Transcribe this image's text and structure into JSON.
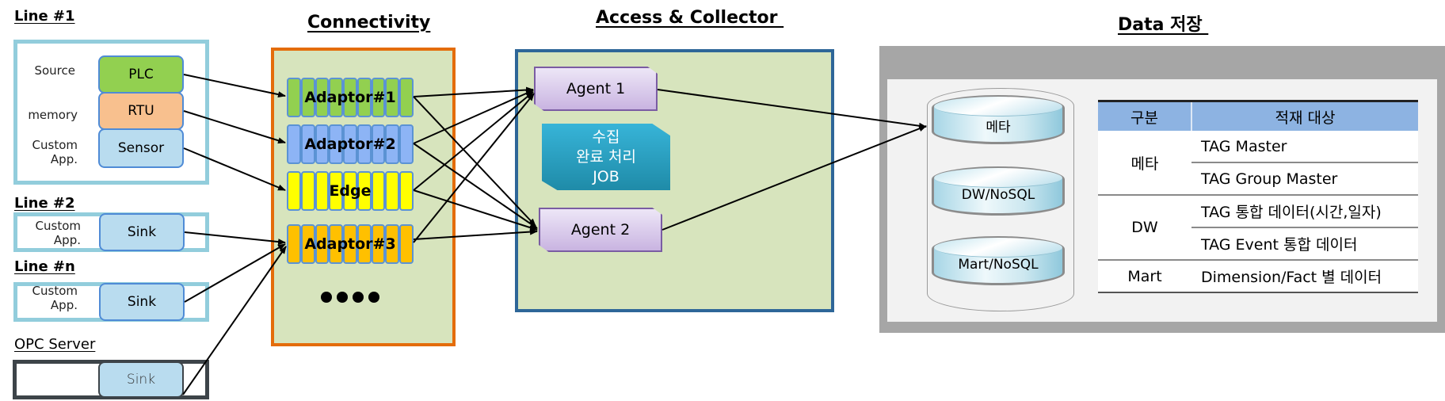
{
  "sections": {
    "connectivity": "Connectivity",
    "access": "Access & Collector ",
    "data": "Data 저장 "
  },
  "sources": {
    "line1": {
      "title": "Line  #1",
      "labels": [
        "Source",
        "memory",
        "Custom\nApp."
      ],
      "chips": [
        "PLC",
        "RTU",
        "Sensor"
      ]
    },
    "line2": {
      "title": "Line #2",
      "label": "Custom\nApp.",
      "chip": "Sink"
    },
    "lineN": {
      "title": "Line #n",
      "label": "Custom\nApp.",
      "chip": "Sink"
    },
    "opc": {
      "title": "OPC Server",
      "chip": "Sink"
    }
  },
  "connectivity": {
    "adaptors": [
      {
        "label": "Adaptor#1",
        "color": "#92d050"
      },
      {
        "label": "Adaptor#2",
        "color": "#8db4f5"
      },
      {
        "label": "Edge",
        "color": "#ffff00"
      },
      {
        "label": "Adaptor#3",
        "color": "#ffc000"
      }
    ],
    "more": "●●●●"
  },
  "access": {
    "agents": [
      "Agent 1",
      "Agent 2"
    ],
    "job": [
      "수집",
      "완료 처리",
      "JOB"
    ]
  },
  "storage": {
    "databases": [
      "메타",
      "DW/NoSQL",
      "Mart/NoSQL"
    ],
    "table": {
      "headers": [
        "구분",
        "적재 대상"
      ],
      "groups": [
        {
          "category": "메타",
          "items": [
            "TAG Master",
            "TAG Group Master"
          ]
        },
        {
          "category": "DW",
          "items": [
            "TAG 통합 데이터(시간,일자)",
            "TAG Event 통합 데이터"
          ]
        },
        {
          "category": "Mart",
          "items": [
            "Dimension/Fact 별 데이터"
          ]
        }
      ]
    }
  },
  "colors": {
    "connectivity_border": "#e46c0a",
    "access_border": "#2e6698",
    "panel_fill": "#d7e4bd",
    "source_border": "#92cddc",
    "opc_border": "#3d4449",
    "table_header": "#8db3e2"
  }
}
